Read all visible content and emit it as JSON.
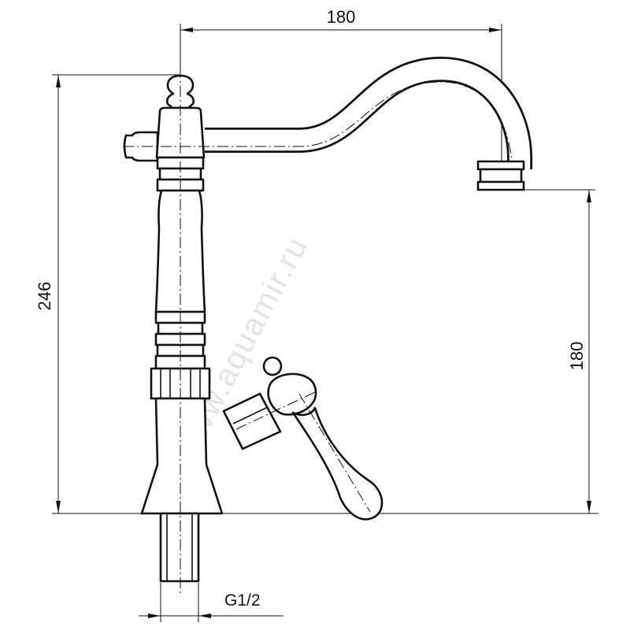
{
  "dimensions": {
    "spout_reach": "180",
    "total_height": "246",
    "spout_height": "180",
    "thread": "G1/2"
  },
  "watermark": "www.aquamir.ru",
  "colors": {
    "line": "#111111",
    "background": "#ffffff",
    "watermark": "#e3e3e3"
  }
}
